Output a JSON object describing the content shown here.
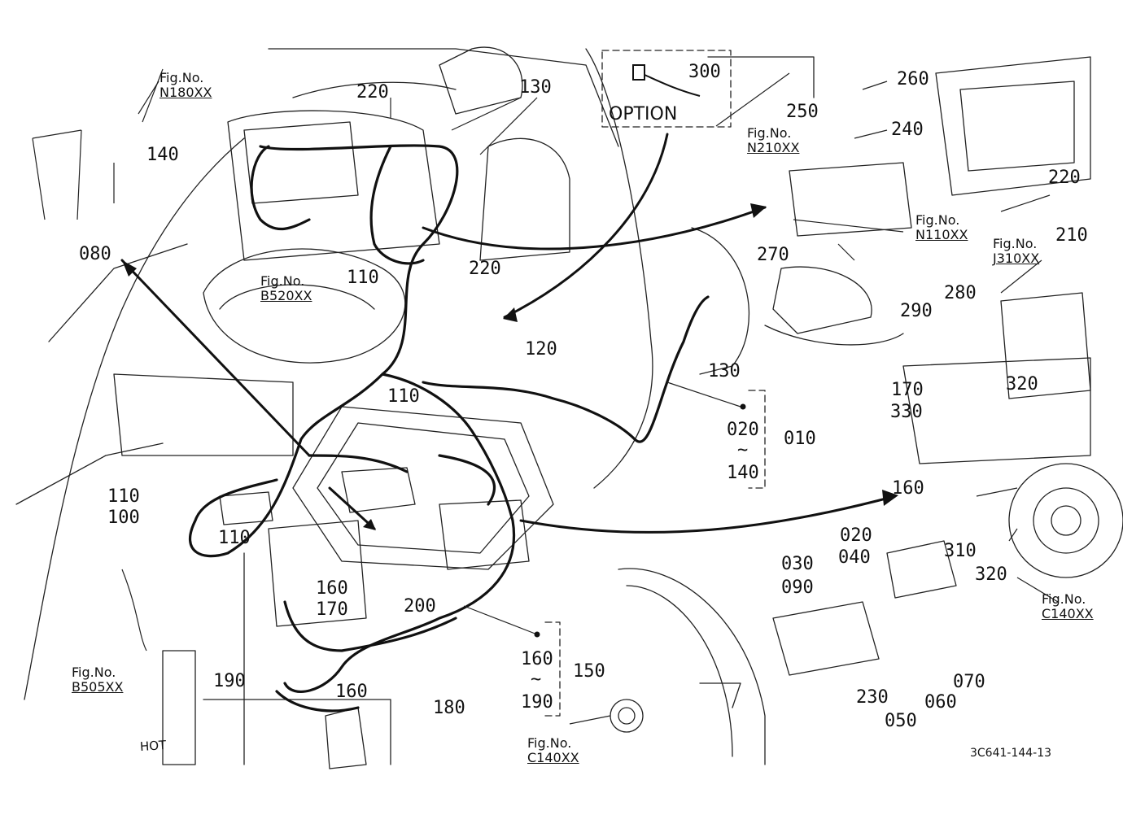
{
  "figure_refs": {
    "n180": {
      "prefix": "Fig.No.",
      "code": "N180XX"
    },
    "b520": {
      "prefix": "Fig.No.",
      "code": "B520XX"
    },
    "n210": {
      "prefix": "Fig.No.",
      "code": "N210XX"
    },
    "n110": {
      "prefix": "Fig.No.",
      "code": "N110XX"
    },
    "j310": {
      "prefix": "Fig.No.",
      "code": "J310XX"
    },
    "c140_right": {
      "prefix": "Fig.No.",
      "code": "C140XX"
    },
    "b505": {
      "prefix": "Fig.No.",
      "code": "B505XX"
    },
    "c140_bottom": {
      "prefix": "Fig.No.",
      "code": "C140XX"
    }
  },
  "option_label": "OPTION",
  "hot_label": "HOT",
  "drawing_number": "3C641-144-13",
  "parts": {
    "p300": "300",
    "p260": "260",
    "p250": "250",
    "p240": "240",
    "p220_top": "220",
    "p130_top": "130",
    "p140": "140",
    "p080": "080",
    "p110_a": "110",
    "p220_mid": "220",
    "p120": "120",
    "p220_right": "220",
    "p210": "210",
    "p270": "270",
    "p280": "280",
    "p290": "290",
    "p320_a": "320",
    "p130_mid": "130",
    "p110_b": "110",
    "p170_right": "170",
    "p330": "330",
    "p020_range": "020",
    "p010": "010",
    "p140_range": "140",
    "p160_right": "160",
    "p110_c": "110",
    "p100": "100",
    "p110_d": "110",
    "p020": "020",
    "p030": "030",
    "p040": "040",
    "p090": "090",
    "p310": "310",
    "p320_b": "320",
    "p160_mid": "160",
    "p170_mid": "170",
    "p200": "200",
    "p160_range": "160",
    "p150": "150",
    "p190_range": "190",
    "p190": "190",
    "p160_low": "160",
    "p180": "180",
    "p230": "230",
    "p050": "050",
    "p060": "060",
    "p070": "070"
  },
  "tilde": "~"
}
